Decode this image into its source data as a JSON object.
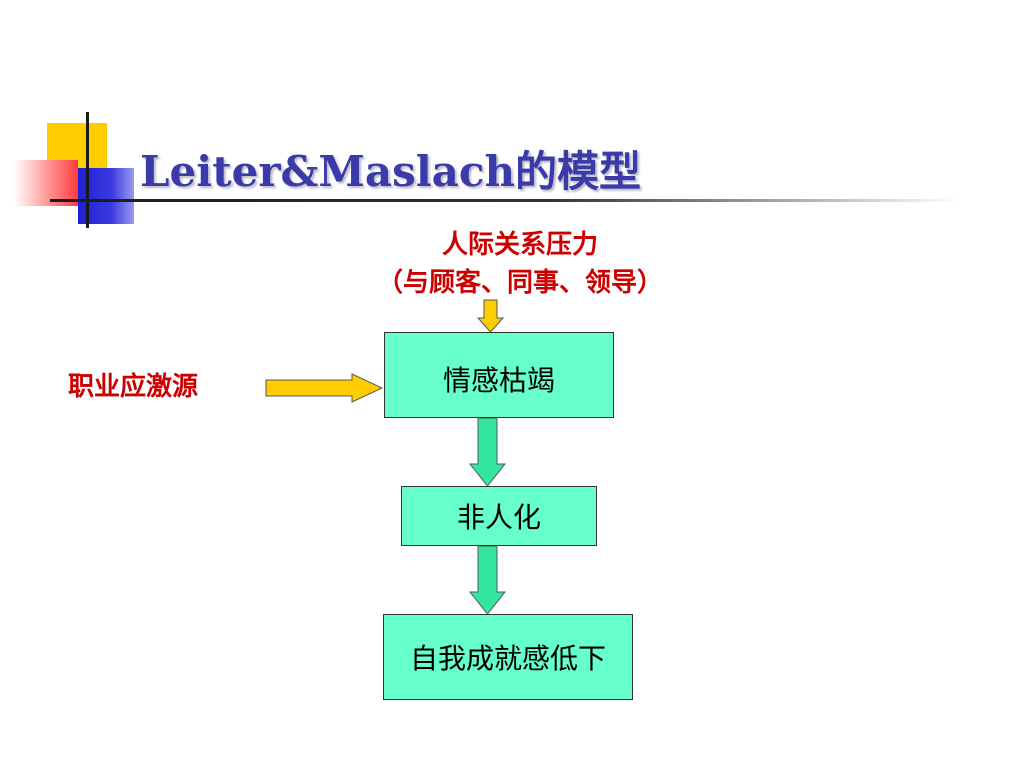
{
  "slide": {
    "title": "Leiter&Maslach的模型"
  },
  "diagram": {
    "top_label_line1": "人际关系压力",
    "top_label_line2": "（与顾客、同事、领导）",
    "left_label": "职业应激源",
    "nodes": [
      {
        "id": "emotional-exhaustion",
        "label": "情感枯竭"
      },
      {
        "id": "depersonalization",
        "label": "非人化"
      },
      {
        "id": "reduced-accomplishment",
        "label": "自我成就感低下"
      }
    ],
    "colors": {
      "box_fill": "#66ffcc",
      "label_red": "#cc0000",
      "arrow_yellow": "#ffcc00",
      "arrow_green": "#33e6a0",
      "title_color": "#3a3aa8"
    }
  }
}
